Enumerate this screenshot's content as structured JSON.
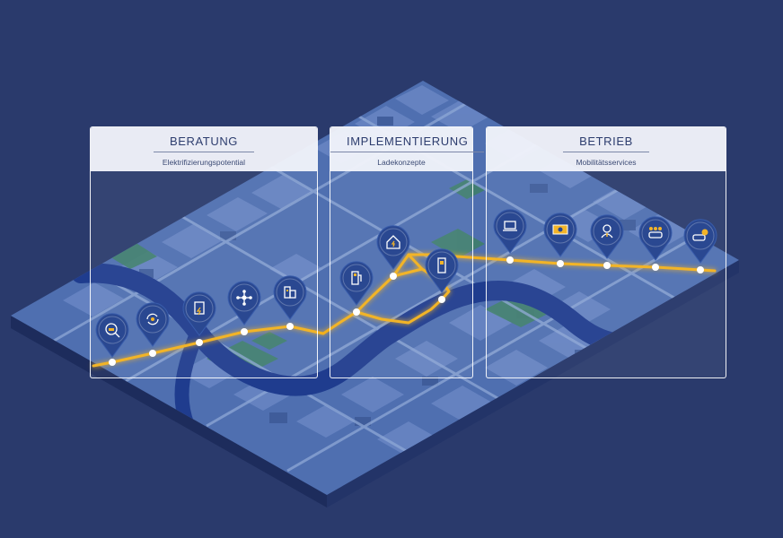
{
  "colors": {
    "background": "#2a3a6c",
    "map_land": "#4f6fb0",
    "map_block": "#6e8cc7",
    "map_street": "#8ea7d6",
    "river": "#1f3c8e",
    "park": "#3f7f6b",
    "route": "#f2b01e",
    "pin": "#1f3f8c",
    "panel_header": "#eef1f8",
    "panel_title": "#2d3d6e"
  },
  "phases": [
    {
      "title": "BERATUNG",
      "subtitle": "Elektrifizierungspotential"
    },
    {
      "title": "IMPLEMENTIERUNG",
      "subtitle": "Ladekonzepte"
    },
    {
      "title": "BETRIEB",
      "subtitle": "Mobilitätsservices"
    }
  ],
  "pins": [
    {
      "phase": "BERATUNG",
      "icon": "magnifier-car-icon"
    },
    {
      "phase": "BERATUNG",
      "icon": "swap-cycle-icon"
    },
    {
      "phase": "BERATUNG",
      "icon": "document-lightning-icon"
    },
    {
      "phase": "BERATUNG",
      "icon": "network-nodes-icon"
    },
    {
      "phase": "BERATUNG",
      "icon": "buildings-icon"
    },
    {
      "phase": "IMPLEMENTIERUNG",
      "icon": "charging-station-icon"
    },
    {
      "phase": "IMPLEMENTIERUNG",
      "icon": "home-charging-icon"
    },
    {
      "phase": "IMPLEMENTIERUNG",
      "icon": "charging-column-icon"
    },
    {
      "phase": "BETRIEB",
      "icon": "laptop-icon"
    },
    {
      "phase": "BETRIEB",
      "icon": "charging-card-icon"
    },
    {
      "phase": "BETRIEB",
      "icon": "user-support-icon"
    },
    {
      "phase": "BETRIEB",
      "icon": "carsharing-group-icon"
    },
    {
      "phase": "BETRIEB",
      "icon": "car-clock-icon"
    }
  ]
}
